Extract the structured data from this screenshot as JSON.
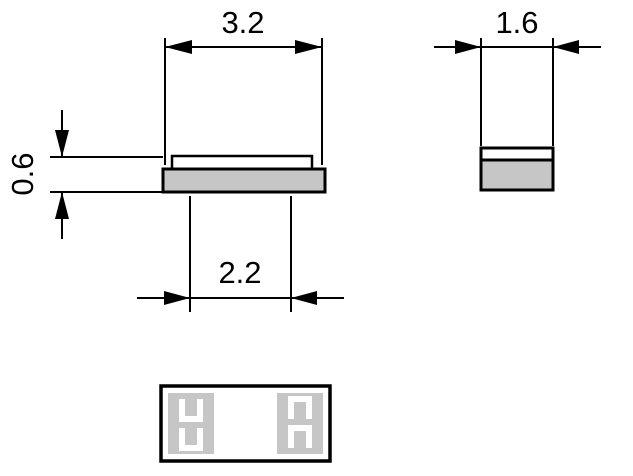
{
  "dimensions": {
    "body_width": "3.2",
    "body_height": "0.6",
    "terminal_inner_spacing": "2.2",
    "body_depth": "1.6"
  },
  "colors": {
    "line": "#000000",
    "metal_gray": "#c6c6c6",
    "layer_fill": "#ffffff",
    "background": "#ffffff"
  }
}
